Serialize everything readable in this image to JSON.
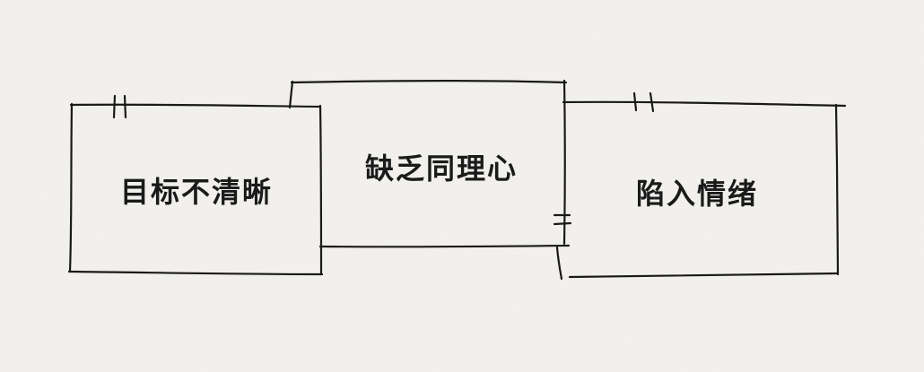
{
  "boxes": [
    {
      "label": "目标不清晰"
    },
    {
      "label": "缺乏同理心"
    },
    {
      "label": "陷入情绪"
    }
  ],
  "colors": {
    "paper": "#f4f2ef",
    "ink": "#1a1a1a"
  }
}
